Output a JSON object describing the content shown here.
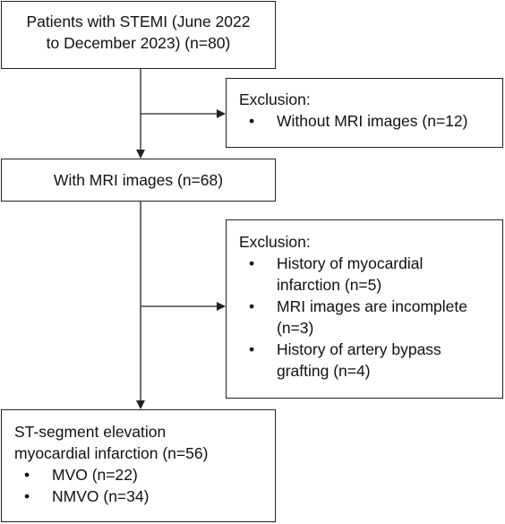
{
  "boxes": {
    "start": {
      "lines": [
        "Patients with STEMI (June 2022",
        "to December 2023) (n=80)"
      ]
    },
    "exclusion_1": {
      "heading": "Exclusion:",
      "items": [
        {
          "lines": [
            "Without MRI images (n=12)"
          ]
        }
      ]
    },
    "with_mri": {
      "lines": [
        "With MRI images (n=68)"
      ]
    },
    "exclusion_2": {
      "heading": "Exclusion:",
      "items": [
        {
          "lines": [
            "History of myocardial",
            "infarction (n=5)"
          ]
        },
        {
          "lines": [
            "MRI images are incomplete",
            "(n=3)"
          ]
        },
        {
          "lines": [
            "History of artery bypass",
            "grafting (n=4)"
          ]
        }
      ]
    },
    "final": {
      "heading_lines": [
        "ST-segment elevation",
        "myocardial infarction (n=56)"
      ],
      "items": [
        {
          "lines": [
            "MVO (n=22)"
          ]
        },
        {
          "lines": [
            "NMVO (n=34)"
          ]
        }
      ]
    }
  },
  "bullet_glyph": "•",
  "colors": {
    "border": "#222222",
    "arrow": "#222222",
    "text": "#111111",
    "background": "#ffffff"
  }
}
